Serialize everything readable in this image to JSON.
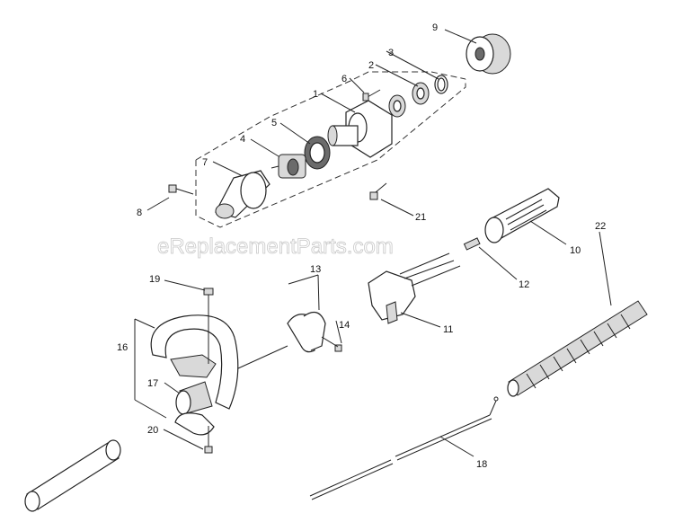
{
  "watermark": "eReplacementParts.com",
  "callouts": [
    "1",
    "2",
    "3",
    "4",
    "5",
    "6",
    "7",
    "8",
    "9",
    "10",
    "11",
    "12",
    "13",
    "14",
    "16",
    "17",
    "18",
    "19",
    "20",
    "21",
    "22"
  ]
}
